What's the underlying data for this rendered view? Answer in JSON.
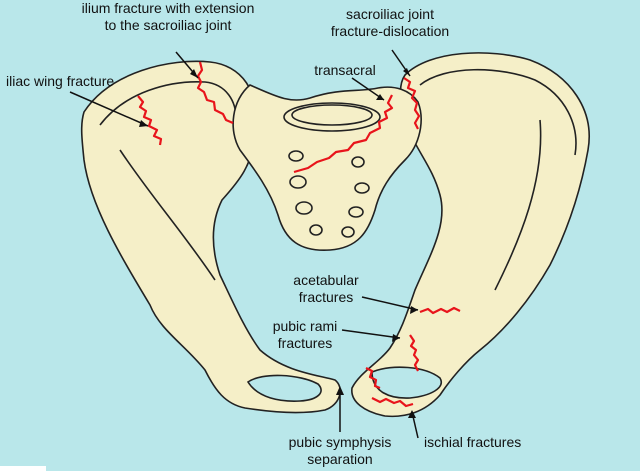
{
  "labels": {
    "ilium_fracture": [
      "ilium fracture with extension",
      "to the sacroiliac joint"
    ],
    "sacroiliac_dislocation": [
      "sacroiliac joint",
      "fracture-dislocation"
    ],
    "iliac_wing": "iliac wing fracture",
    "transacral": "transacral",
    "acetabular": [
      "acetabular",
      "fractures"
    ],
    "pubic_rami": [
      "pubic rami",
      "fractures"
    ],
    "pubic_symphysis": [
      "pubic symphysis",
      "separation"
    ],
    "ischial": "ischial fractures"
  },
  "colors": {
    "background": "#b9e7ea",
    "bone": "#f5efc8",
    "outline": "#222222",
    "fracture": "#e8141b"
  }
}
